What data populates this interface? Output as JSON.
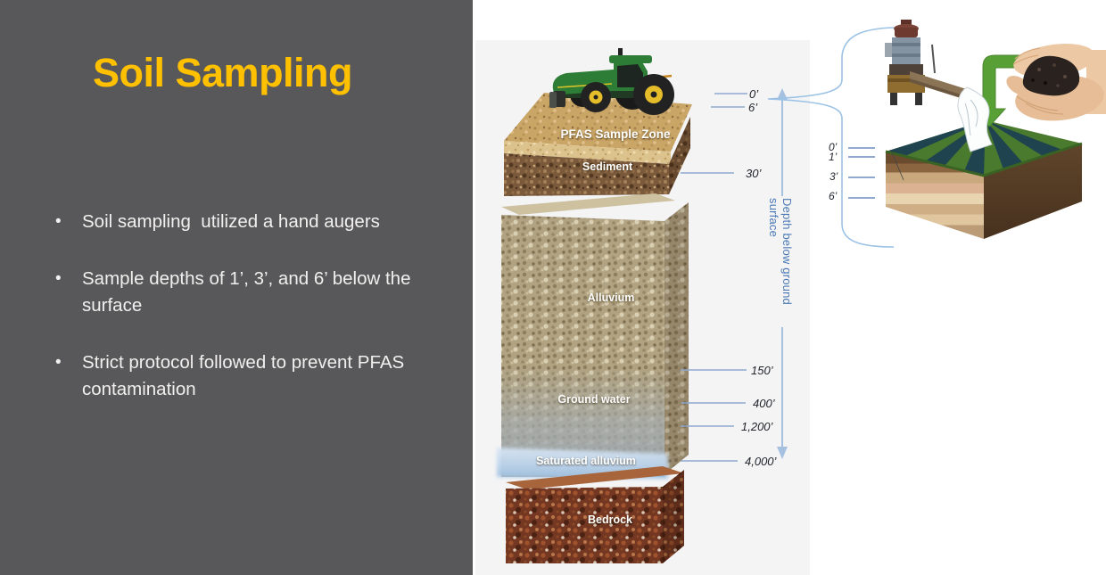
{
  "slide": {
    "title": "Soil Sampling",
    "bullet_char": "•",
    "bullets": [
      "Soil sampling  utilized a hand augers",
      "Sample depths of 1’, 3’, and 6’ below the surface",
      "Strict protocol followed to prevent PFAS contamination"
    ]
  },
  "column": {
    "labels": {
      "pfas": "PFAS Sample Zone",
      "sediment": "Sediment",
      "alluvium": "Alluvium",
      "groundwater": "Ground water",
      "saturated": "Saturated alluvium",
      "bedrock": "Bedrock"
    },
    "axis": {
      "label": "Depth below ground surface",
      "ticks": {
        "t0": "0’",
        "t6": "6’",
        "t30": "30’",
        "t150": "150’",
        "t400": "400’",
        "t1200": "1,200’",
        "t4000": "4,000’"
      }
    }
  },
  "inset": {
    "ticks": {
      "t0": "0’",
      "t1": "1’",
      "t3": "3’",
      "t6": "6’"
    }
  },
  "colors": {
    "panel_gray": "#58585A",
    "title_gold": "#FFC000",
    "body_text": "#F2F2F2",
    "axis_text_blue": "#4B79B6",
    "tick_line_blue": "#8FA9D0",
    "brace_blue": "#9CC2E5",
    "arrow_green": "#58A036"
  }
}
